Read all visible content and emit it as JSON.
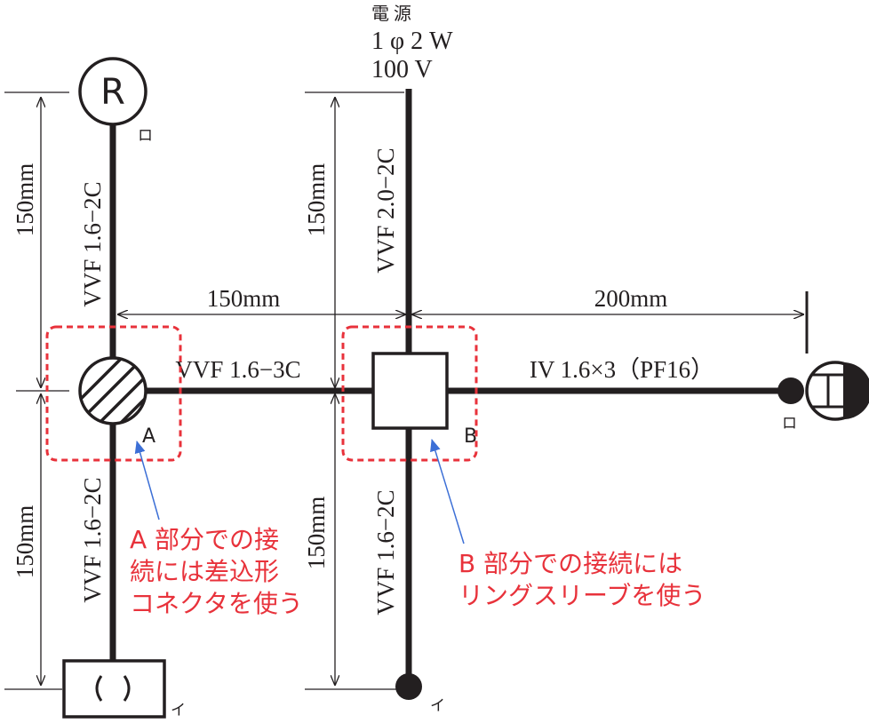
{
  "power_source": {
    "line1": "電 源",
    "line2": "1 φ 2 W",
    "line3": "100 V"
  },
  "dimensions": {
    "left_top": "150mm",
    "left_bottom": "150mm",
    "center_top": "150mm",
    "center_bottom": "150mm",
    "horizontal_left": "150mm",
    "horizontal_right": "200mm"
  },
  "cables": {
    "left_upper": "VVF 1.6−2C",
    "left_lower": "VVF 1.6−2C",
    "center_upper": "VVF 2.0−2C",
    "center_lower": "VVF 1.6−2C",
    "horizontal_left": "VVF 1.6−3C",
    "horizontal_right": "IV 1.6×3（PF16）"
  },
  "symbols": {
    "receptacle_r": "R",
    "label_ro_top": "ロ",
    "label_ro_right": "ロ",
    "label_i_left": "イ",
    "label_i_center": "イ",
    "box_a": "A",
    "box_b": "B"
  },
  "notes": {
    "a_line1": "A 部分での接",
    "a_line2": "続には差込形",
    "a_line3": "コネクタを使う",
    "b_line1": "B 部分での接続には",
    "b_line2": "リングスリーブを使う"
  },
  "colors": {
    "line": "#231f20",
    "note": "#e8323b",
    "highlight_box": "#e8323b",
    "arrow": "#3c6fd6"
  }
}
